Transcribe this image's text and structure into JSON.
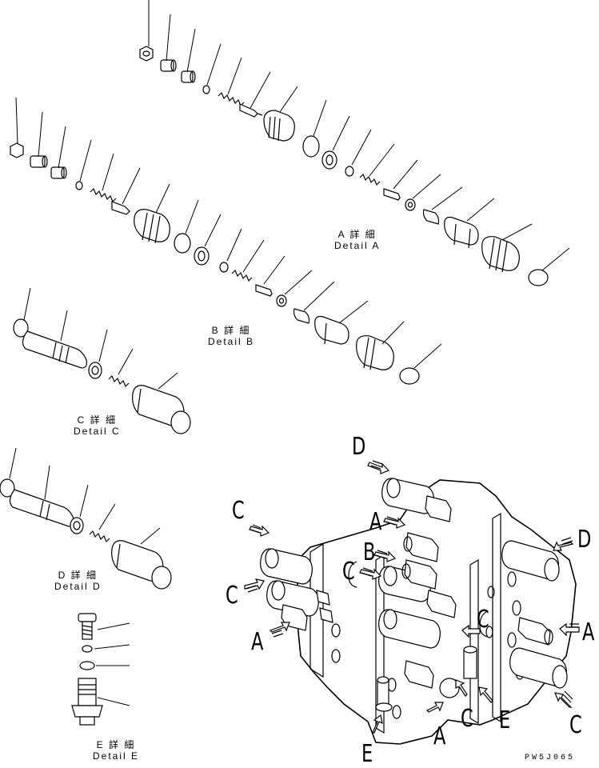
{
  "details": {
    "a": {
      "jp": "A 詳 細",
      "en": "Detail A"
    },
    "b": {
      "jp": "B 詳 細",
      "en": "Detail B"
    },
    "c": {
      "jp": "C 詳 細",
      "en": "Detail C"
    },
    "d": {
      "jp": "D 詳 細",
      "en": "Detail D"
    },
    "e": {
      "jp": "E 詳 細",
      "en": "Detail E"
    }
  },
  "callouts": {
    "a": "A",
    "b": "B",
    "c": "C",
    "d": "D",
    "e": "E"
  },
  "drawing_code": "PW5J065",
  "colors": {
    "ink": "#000000",
    "paper": "#ffffff"
  }
}
